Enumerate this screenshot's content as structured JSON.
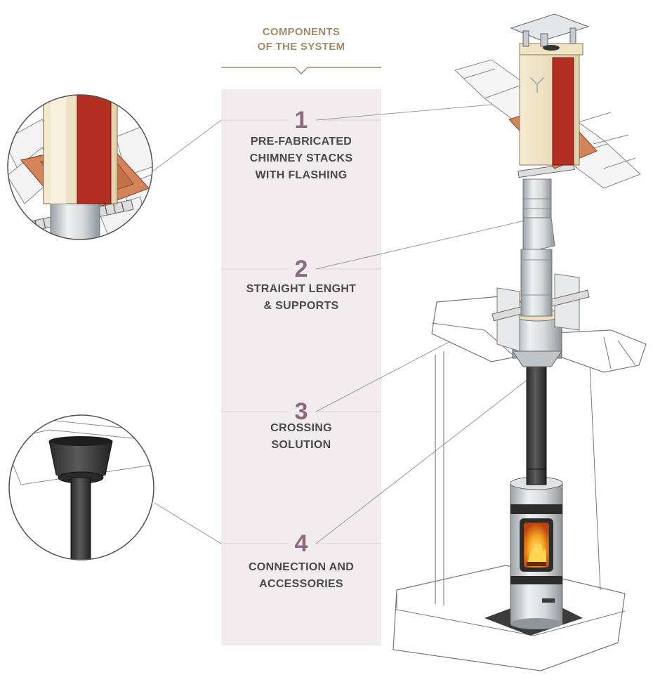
{
  "title": {
    "line1": "COMPONENTS",
    "line2": "OF THE SYSTEM"
  },
  "colors": {
    "title": "#a08a6a",
    "panel": "#f2ecef",
    "number": "#8c6a80",
    "label": "#4a4a4a",
    "leader_line": "#9a9a9a",
    "flue_red": "#b22f22",
    "flashing_copper": "#d3845a",
    "steel": "#cfd4d8",
    "black_pipe": "#3a3a3a"
  },
  "components": [
    {
      "number": "1",
      "lines": [
        "PRE-FABRICATED",
        "CHIMNEY STACKS",
        "WITH FLASHING"
      ]
    },
    {
      "number": "2",
      "lines": [
        "STRAIGHT LENGHT",
        "& SUPPORTS"
      ]
    },
    {
      "number": "3",
      "lines": [
        "CROSSING",
        "SOLUTION"
      ]
    },
    {
      "number": "4",
      "lines": [
        "CONNECTION AND",
        "ACCESSORIES"
      ]
    }
  ],
  "icons": [
    "chimney-stack-detail-icon",
    "stove-connector-detail-icon",
    "stove-icon",
    "chimney-cap-icon"
  ]
}
